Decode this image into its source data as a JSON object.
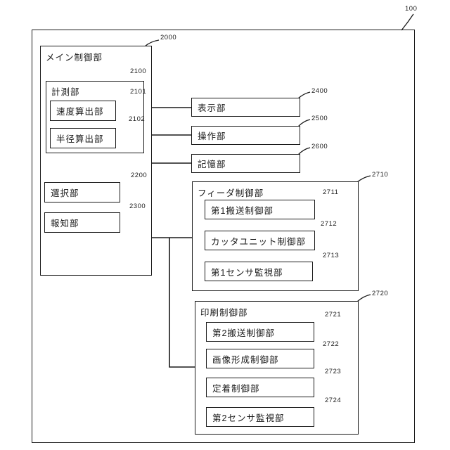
{
  "figure_ref": "100",
  "colors": {
    "line": "#1a1a1a",
    "background": "#ffffff",
    "text": "#1a1a1a"
  },
  "boxes": {
    "main": {
      "label": "メイン制御部",
      "ref": "2000"
    },
    "measurement": {
      "label": "計測部",
      "ref": "2100"
    },
    "speed_calc": {
      "label": "速度算出部",
      "ref": "2101"
    },
    "radius_calc": {
      "label": "半径算出部",
      "ref": "2102"
    },
    "selection": {
      "label": "選択部",
      "ref": "2200"
    },
    "notification": {
      "label": "報知部",
      "ref": "2300"
    },
    "display": {
      "label": "表示部",
      "ref": "2400"
    },
    "operation": {
      "label": "操作部",
      "ref": "2500"
    },
    "storage": {
      "label": "記憶部",
      "ref": "2600"
    },
    "feeder_control": {
      "label": "フィーダ制御部",
      "ref": "2710"
    },
    "transport1": {
      "label": "第1搬送制御部",
      "ref": "2711"
    },
    "cutter_unit": {
      "label": "カッタユニット制御部",
      "ref": "2712"
    },
    "sensor_monitor1": {
      "label": "第1センサ監視部",
      "ref": "2713"
    },
    "print_control": {
      "label": "印刷制御部",
      "ref": "2720"
    },
    "transport2": {
      "label": "第2搬送制御部",
      "ref": "2721"
    },
    "image_forming": {
      "label": "画像形成制御部",
      "ref": "2722"
    },
    "fixing": {
      "label": "定着制御部",
      "ref": "2723"
    },
    "sensor_monitor2": {
      "label": "第2センサ監視部",
      "ref": "2724"
    }
  }
}
